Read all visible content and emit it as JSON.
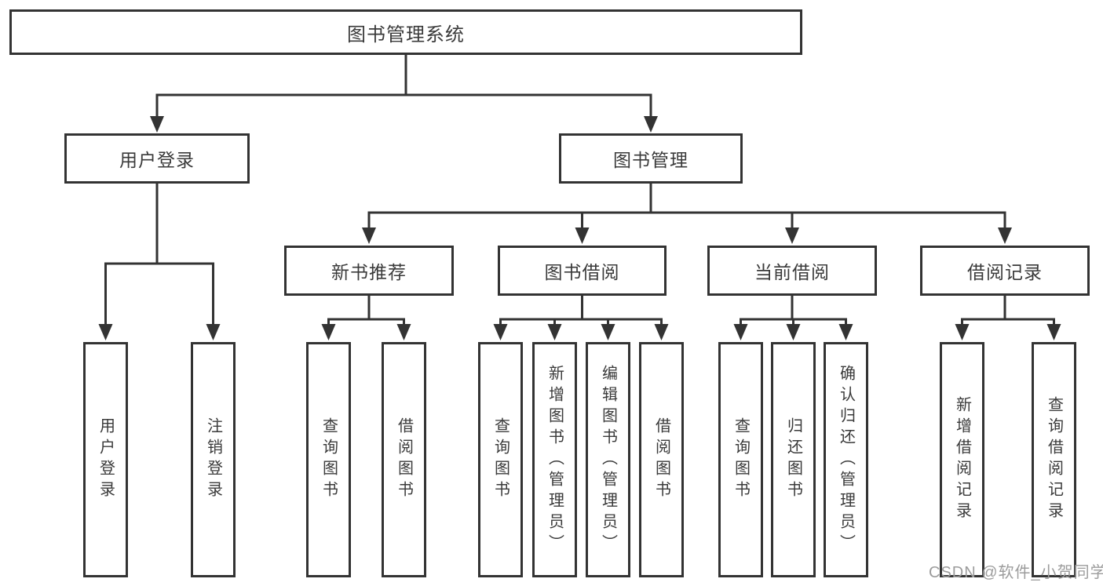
{
  "diagram": {
    "root_label": "图书管理系统",
    "level2": {
      "user_login": "用户登录",
      "book_management": "图书管理"
    },
    "modules": {
      "new_book_recommendation": "新书推荐",
      "book_borrowing": "图书借阅",
      "current_borrowing": "当前借阅",
      "borrowing_records": "借阅记录"
    },
    "leaves": {
      "user_login_leaf": "用户登录",
      "logout": "注销登录",
      "recommend_query_books": "查询图书",
      "recommend_borrow_books": "借阅图书",
      "borrow_query_books": "查询图书",
      "borrow_add_books": "新增图书（管理员）",
      "borrow_edit_books": "编辑图书（管理员）",
      "borrow_borrow_books": "借阅图书",
      "current_query_books": "查询图书",
      "current_return_books": "归还图书",
      "current_confirm_return": "确认归还（管理员）",
      "records_add_record": "新增借阅记录",
      "records_query_record": "查询借阅记录"
    }
  },
  "colors": {
    "line": "#333333",
    "box_border": "#333333",
    "text": "#3a3a3a",
    "watermark": "#9c9c9c",
    "background": "#ffffff"
  },
  "watermark": {
    "text": "CSDN @软件_小贺同学"
  }
}
